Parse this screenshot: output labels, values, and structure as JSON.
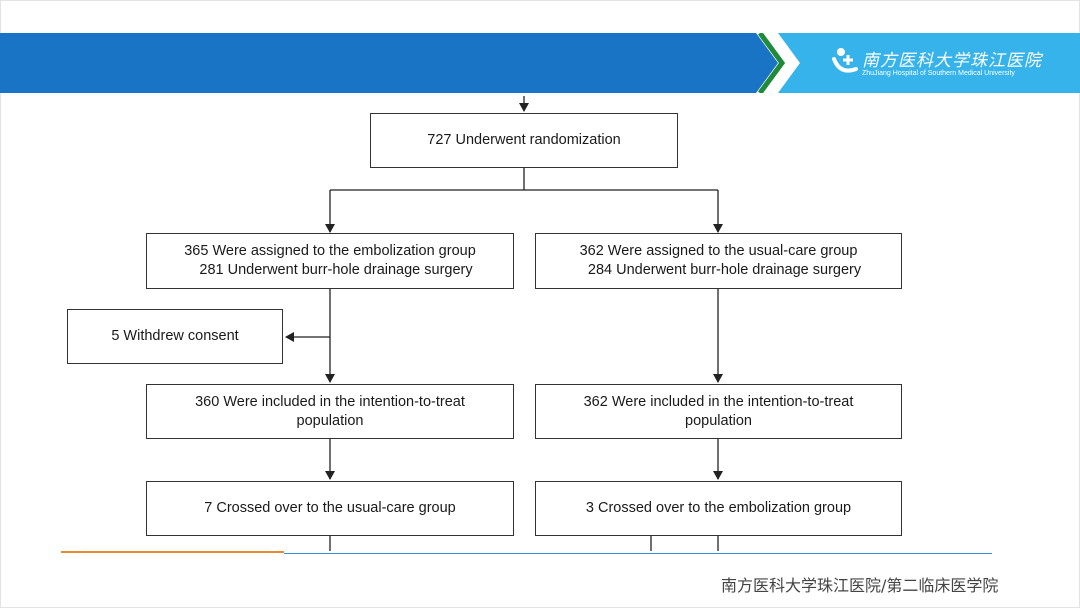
{
  "header": {
    "logo_text": "南方医科大学珠江医院",
    "logo_subtitle": "ZhuJiang Hospital of Southern Medical University",
    "brand_colors": {
      "blue": "#1a74c6",
      "light_blue": "#36b3ea",
      "green": "#1f8a3a"
    }
  },
  "flowchart": {
    "randomization": "727 Underwent randomization",
    "embolization_group": {
      "assigned": "365 Were assigned to the embolization group",
      "surgery": "281 Underwent burr-hole drainage surgery",
      "withdrew": "5 Withdrew consent",
      "itt_line1": "360 Were included in the intention-to-treat",
      "itt_line2": "population",
      "crossed": "7 Crossed over to the usual-care group"
    },
    "usual_care_group": {
      "assigned": "362 Were assigned to the usual-care group",
      "surgery": "284 Underwent burr-hole drainage surgery",
      "itt_line1": "362 Were included in the intention-to-treat",
      "itt_line2": "population",
      "crossed": "3 Crossed over to the embolization group"
    }
  },
  "footer": {
    "institution": "南方医科大学珠江医院/第二临床医学院"
  }
}
